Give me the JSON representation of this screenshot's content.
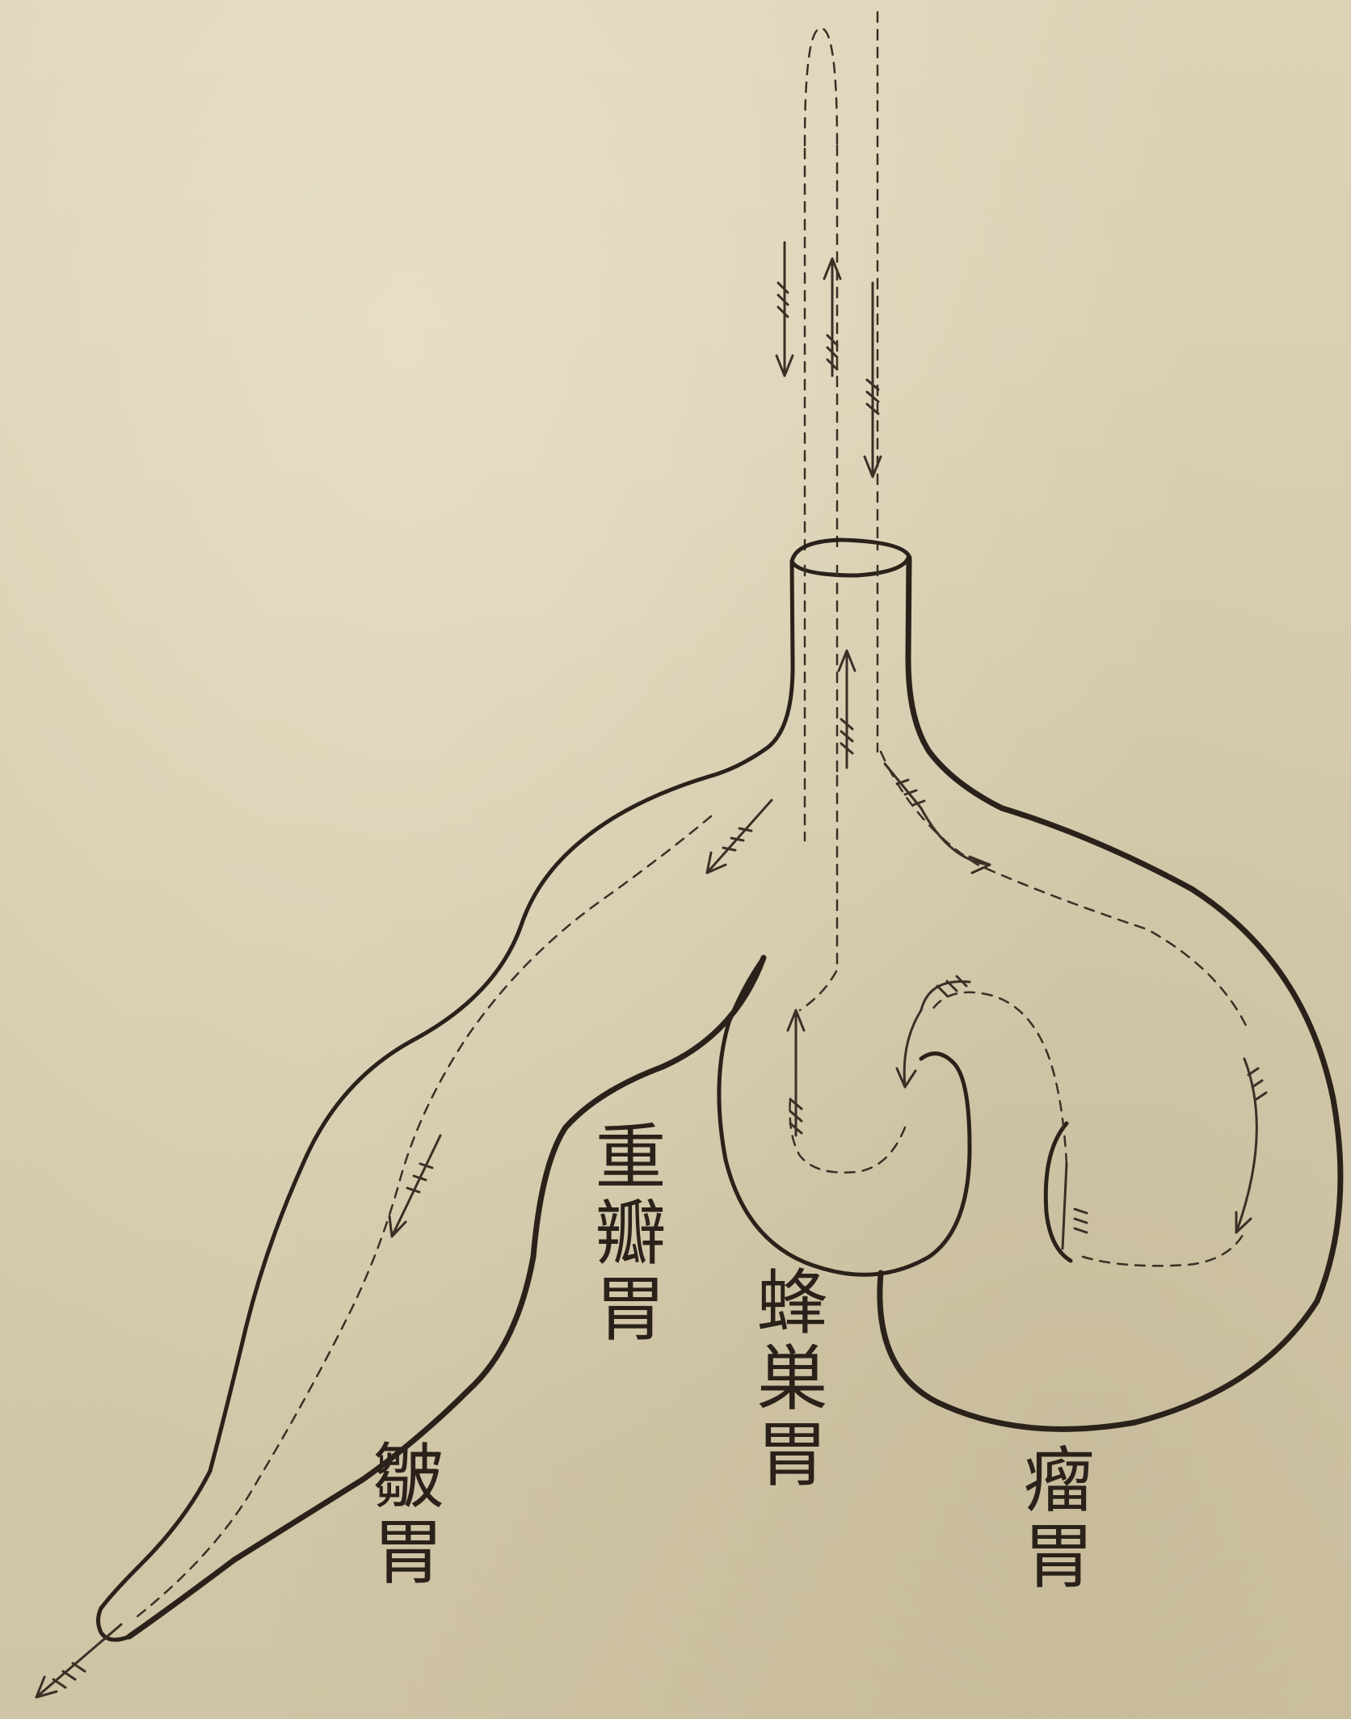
{
  "labels": {
    "abomasum": "皺胃",
    "omasum": "重瓣胃",
    "reticulum": "蜂巣胃",
    "rumen": "瘤胃"
  },
  "colors": {
    "paper": "#d7cdb0",
    "ink": "#2a221a"
  }
}
